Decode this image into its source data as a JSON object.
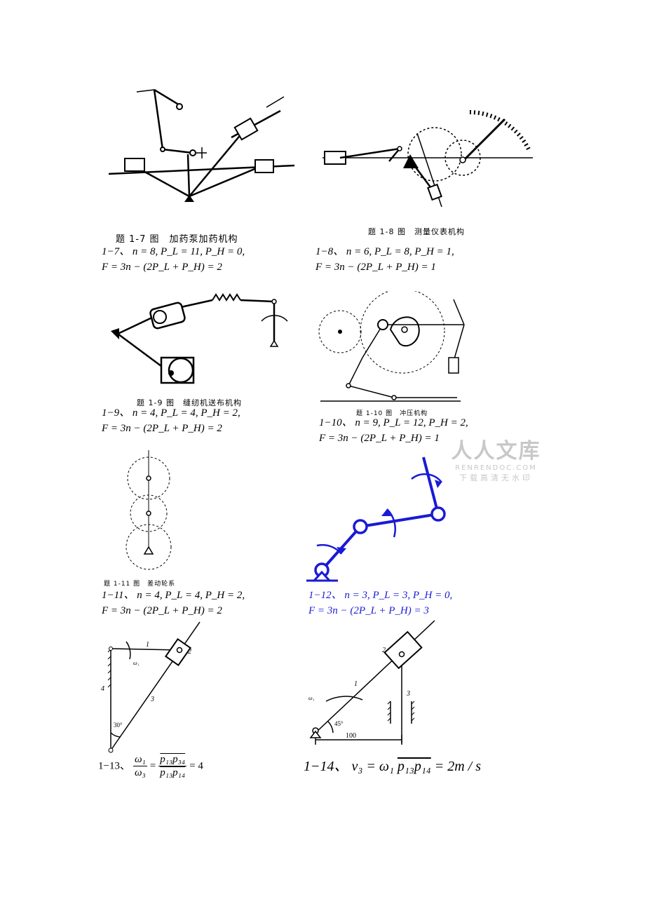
{
  "problems": [
    {
      "id": "1-7",
      "caption": "题 1-7 图　加药泵加药机构",
      "line1": "1−7、 n = 8, P_L = 11, P_H = 0,",
      "line2": "F = 3n − (2P_L + P_H) = 2"
    },
    {
      "id": "1-8",
      "caption": "题 1-8 图　测量仪表机构",
      "line1": "1−8、 n = 6, P_L = 8, P_H = 1,",
      "line2": "F = 3n − (2P_L + P_H) = 1"
    },
    {
      "id": "1-9",
      "caption": "题 1-9 图　缝纫机送布机构",
      "line1": "1−9、 n = 4, P_L = 4, P_H = 2,",
      "line2": "F = 3n − (2P_L + P_H) = 2"
    },
    {
      "id": "1-10",
      "caption": "题 1-10 图　冲压机构",
      "line1": "1−10、 n = 9, P_L = 12, P_H = 2,",
      "line2": "F = 3n − (2P_L + P_H) = 1"
    },
    {
      "id": "1-11",
      "caption": "题 1-11 图　差动轮系",
      "line1": "1−11、 n = 4, P_L = 4, P_H = 2,",
      "line2": "F = 3n − (2P_L + P_H) = 2"
    },
    {
      "id": "1-12",
      "caption": "",
      "line1": "1−12、 n = 3, P_L = 3, P_H = 0,",
      "line2": "F = 3n − (2P_L + P_H) = 3"
    }
  ],
  "p13": {
    "prefix": "1−13、",
    "lhs_num": "ω₁",
    "lhs_den": "ω₃",
    "rhs_num": "p₁₃p₃₄",
    "rhs_den": "p₁₃p₁₄",
    "result": "= 4"
  },
  "p14": {
    "text": "1−14、 v₃ = ω₁ ",
    "overline": "p₁₃p₁₄",
    "result": " = 2m / s"
  },
  "fig13_labels": {
    "link1": "1",
    "link2": "2",
    "link3": "3",
    "link4": "4",
    "omega": "ω₁",
    "angle": "30°"
  },
  "fig14_labels": {
    "link1": "1",
    "link2": "2",
    "link3": "3",
    "omega": "ω₁",
    "angle": "45°",
    "dim": "100"
  },
  "watermark": {
    "title": "人人文库",
    "site": "RENRENDOC.COM",
    "slogan": "下载高清无水印"
  },
  "colors": {
    "ink": "#000000",
    "blue": "#1a1ad6",
    "watermark": "#c8c8c8"
  }
}
